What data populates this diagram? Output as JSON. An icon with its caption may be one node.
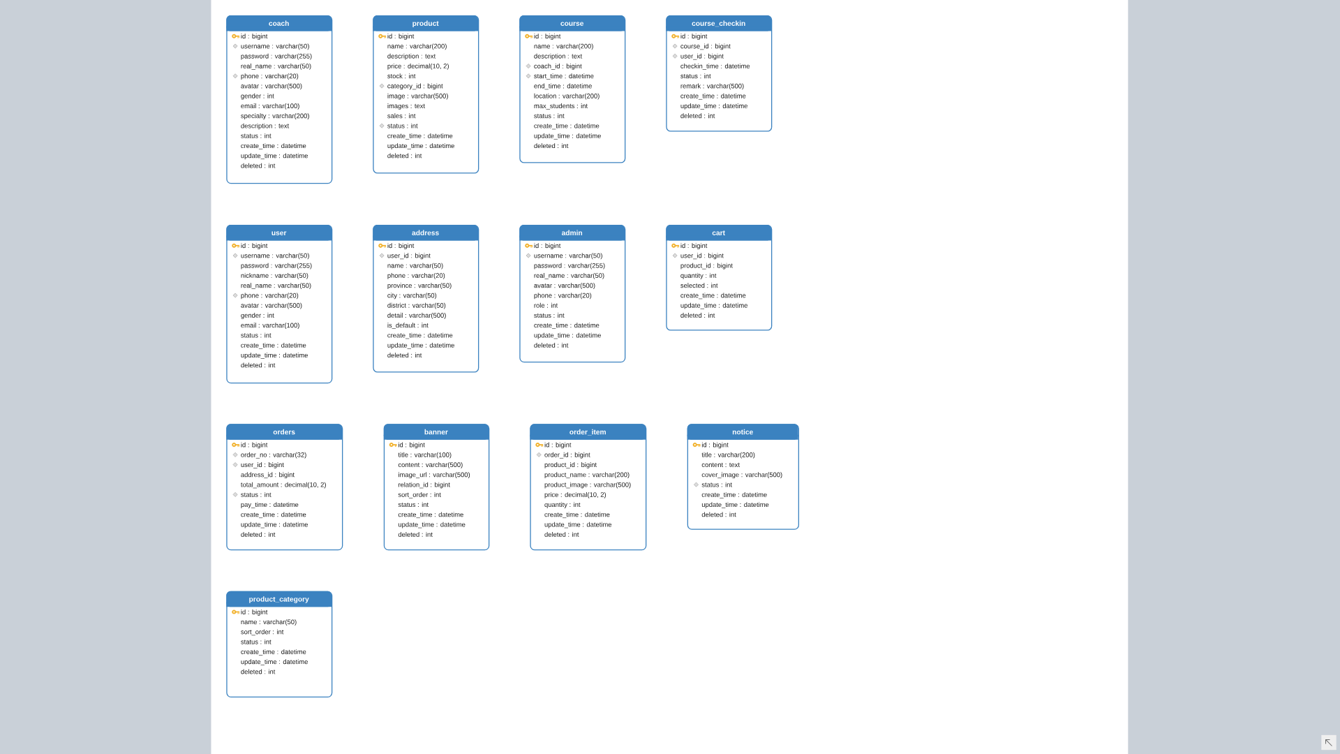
{
  "diagram": {
    "nodes": [
      {
        "text": [
          "coach",
          "id : bigint",
          "username : varchar(50)",
          "password : varchar(255)",
          "real_name : varchar(50)",
          "phone : varchar(20)",
          "avatar : varchar(500)",
          "gender : int",
          "email : varchar(100)",
          "specialty : varchar(200)",
          "description : text",
          "status : int",
          "create_time : datetime",
          "update_time : datetime",
          "deleted : int"
        ]
      },
      {
        "text": [
          "product",
          "id : bigint",
          "name : varchar(200)",
          "description : text",
          "price : decimal(10, 2)",
          "stock : int",
          "category_id : bigint",
          "image : varchar(500)",
          "images : text",
          "sales : int",
          "status : int",
          "create_time : datetime",
          "update_time : datetime",
          "deleted : int"
        ]
      },
      {
        "text": [
          "course",
          "id : bigint",
          "name : varchar(200)",
          "description : text",
          "coach_id : bigint",
          "start_time : datetime",
          "end_time : datetime",
          "location : varchar(200)",
          "max_students : int",
          "status : int",
          "create_time : datetime",
          "update_time : datetime",
          "deleted : int"
        ]
      },
      {
        "text": [
          "course_checkin",
          "id : bigint",
          "course_id : bigint",
          "user_id : bigint",
          "checkin_time : datetime",
          "status : int",
          "remark : varchar(500)",
          "create_time : datetime",
          "update_time : datetime",
          "deleted : int"
        ]
      },
      {
        "text": [
          "user",
          "id : bigint",
          "username : varchar(50)",
          "password : varchar(255)",
          "nickname : varchar(50)",
          "real_name : varchar(50)",
          "phone : varchar(20)",
          "avatar : varchar(500)",
          "gender : int",
          "email : varchar(100)",
          "status : int",
          "create_time : datetime",
          "update_time : datetime",
          "deleted : int"
        ]
      },
      {
        "text": [
          "address",
          "id : bigint",
          "user_id : bigint",
          "name : varchar(50)",
          "phone : varchar(20)",
          "province : varchar(50)",
          "city : varchar(50)",
          "district : varchar(50)",
          "detail : varchar(500)",
          "is_default : int",
          "create_time : datetime",
          "update_time : datetime",
          "deleted : int"
        ]
      },
      {
        "text": [
          "admin",
          "id : bigint",
          "username : varchar(50)",
          "password : varchar(255)",
          "real_name : varchar(50)",
          "avatar : varchar(500)",
          "phone : varchar(20)",
          "role : int",
          "status : int",
          "create_time : datetime",
          "update_time : datetime",
          "deleted : int"
        ]
      },
      {
        "text": [
          "cart",
          "id : bigint",
          "user_id : bigint",
          "product_id : bigint",
          "quantity : int",
          "selected : int",
          "create_time : datetime",
          "update_time : datetime",
          "deleted : int"
        ]
      },
      {
        "text": [
          "orders",
          "id : bigint",
          "order_no : varchar(32)",
          "user_id : bigint",
          "address_id : bigint",
          "total_amount : decimal(10, 2)",
          "status : int",
          "pay_time : datetime",
          "create_time : datetime",
          "update_time : datetime",
          "deleted : int"
        ]
      },
      {
        "text": [
          "banner",
          "id : bigint",
          "title : varchar(100)",
          "content : varchar(500)",
          "image_url : varchar(500)",
          "relation_id : bigint",
          "sort_order : int",
          "status : int",
          "create_time : datetime",
          "update_time : datetime",
          "deleted : int"
        ]
      },
      {
        "text": [
          "order_item",
          "id : bigint",
          "order_id : bigint",
          "product_id : bigint",
          "product_name : varchar(200)",
          "product_image : varchar(500)",
          "price : decimal(10, 2)",
          "quantity : int",
          "create_time : datetime",
          "update_time : datetime",
          "deleted : int"
        ]
      },
      {
        "text": [
          "notice",
          "id : bigint",
          "title : varchar(200)",
          "content : text",
          "cover_image : varchar(500)",
          "status : int",
          "create_time : datetime",
          "update_time : datetime",
          "deleted : int"
        ]
      },
      {
        "text": [
          "product_category",
          "id : bigint",
          "name : varchar(50)",
          "sort_order : int",
          "status : int",
          "create_time : datetime",
          "update_time : datetime",
          "deleted : int"
        ]
      }
    ]
  }
}
